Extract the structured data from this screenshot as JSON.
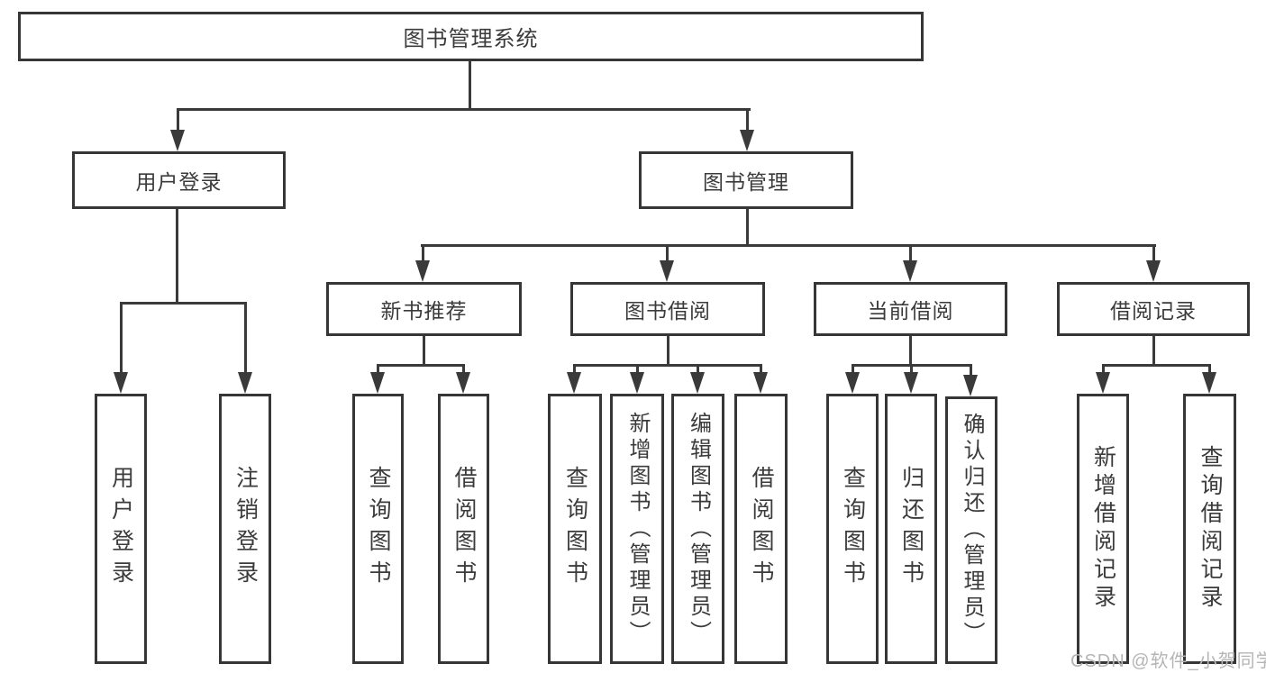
{
  "diagram": {
    "root": "图书管理系统",
    "branches": {
      "user": {
        "label": "用户登录",
        "children": [
          "用户登录",
          "注销登录"
        ]
      },
      "book": {
        "label": "图书管理",
        "sections": [
          {
            "label": "新书推荐",
            "children": [
              "查询图书",
              "借阅图书"
            ]
          },
          {
            "label": "图书借阅",
            "children": [
              "查询图书",
              "新增图书（管理员）",
              "编辑图书（管理员）",
              "借阅图书"
            ]
          },
          {
            "label": "当前借阅",
            "children": [
              "查询图书",
              "归还图书",
              "确认归还（管理员）"
            ]
          },
          {
            "label": "借阅记录",
            "children": [
              "新增借阅记录",
              "查询借阅记录"
            ]
          }
        ]
      }
    },
    "colors": {
      "line": "#3a3a3a",
      "watermark_gray": "#b5b5b5"
    }
  },
  "watermark": "CSDN @软件_小贺同学"
}
